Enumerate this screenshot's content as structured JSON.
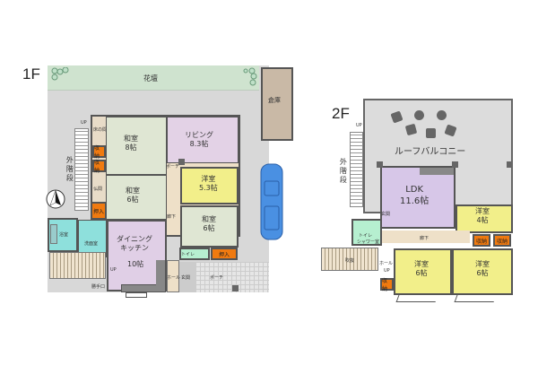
{
  "floor1": {
    "label": "1F",
    "garden": "花壇",
    "storehouse": "倉庫",
    "exterior_stairs": "外階段",
    "up_label": "UP",
    "rooms": {
      "washitsu8": {
        "name": "和室",
        "size": "8帖"
      },
      "living": {
        "name": "リビング",
        "size": "8.3帖"
      },
      "washitsu6_left": {
        "name": "和室",
        "size": "6帖"
      },
      "youshitsu": {
        "name": "洋室",
        "size": "5.3帖"
      },
      "washitsu6_right": {
        "name": "和室",
        "size": "6帖"
      },
      "dining": {
        "name": "ダイニング",
        "name2": "キッチン",
        "size": "10帖"
      }
    },
    "small_labels": {
      "tokonoma": "床の間",
      "storage1": "収納",
      "storage2": "収納",
      "butsuma": "仏間",
      "oshiire_left": "押入",
      "oshiire_right": "押入",
      "porch_small": "ポーチ",
      "corridor": "廊下",
      "bath": "浴室",
      "washroom": "洗面室",
      "toilet": "トイレ",
      "hall": "ホール",
      "entrance": "玄関",
      "porch": "ポーチ",
      "katteguchi": "勝手口",
      "kitchen_up": "UP"
    }
  },
  "floor2": {
    "label": "2F",
    "roof_balcony": "ルーフバルコニー",
    "exterior_stairs": "外階段",
    "up_label": "UP",
    "rooms": {
      "ldk": {
        "name": "LDK",
        "size": "11.6帖"
      },
      "youshitsu4": {
        "name": "洋室",
        "size": "4帖"
      },
      "youshitsu6_left": {
        "name": "洋室",
        "size": "6帖"
      },
      "youshitsu6_right": {
        "name": "洋室",
        "size": "6帖"
      }
    },
    "small_labels": {
      "entrance": "玄関",
      "toilet_shower": "トイレ",
      "toilet_shower2": "シャワー室",
      "corridor": "廊下",
      "void": "吹抜",
      "hall": "ホール",
      "hall_up": "UP",
      "storage1": "収納",
      "storage2": "収納",
      "storage3": "収納"
    }
  },
  "colors": {
    "washitsu": "#dfe6d3",
    "living": "#e3d2e6",
    "youshitsu": "#f2ef8a",
    "dining": "#e0cfe6",
    "storage": "#f07a10",
    "bath": "#8ee0dc",
    "toilet": "#b6efd0",
    "garden": "#cfe3cf",
    "yard": "#d8d8d8",
    "storehouse": "#c9b9a6",
    "car": "#4a90e2",
    "corridor": "#eee0c8"
  }
}
